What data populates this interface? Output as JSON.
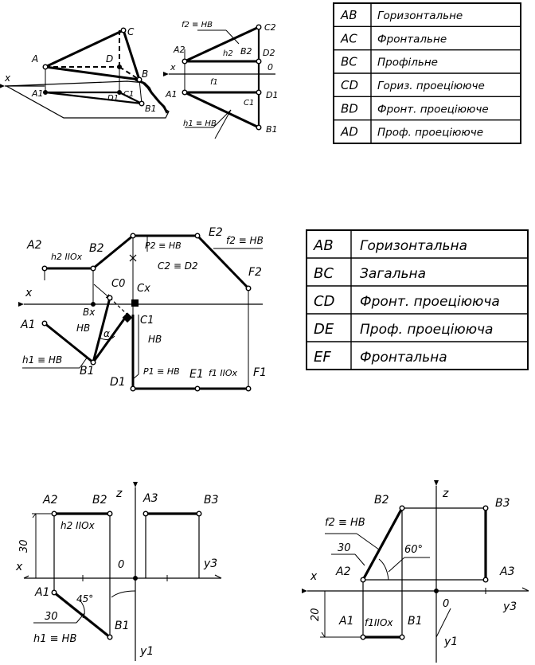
{
  "table1": [
    {
      "seg": "AB",
      "type": "Горизонтальне"
    },
    {
      "seg": "AC",
      "type": "Фронтальне"
    },
    {
      "seg": "BC",
      "type": "Профільне"
    },
    {
      "seg": "CD",
      "type": "Гориз. проецiююче"
    },
    {
      "seg": "BD",
      "type": "Фронт. проецiююче"
    },
    {
      "seg": "AD",
      "type": "Проф. проецiююче"
    }
  ],
  "table2": [
    {
      "seg": "AB",
      "type": "Горизонтальна"
    },
    {
      "seg": "BC",
      "type": "Загальна"
    },
    {
      "seg": "CD",
      "type": "Фронт. проецiююча"
    },
    {
      "seg": "DE",
      "type": "Проф. проецiююча"
    },
    {
      "seg": "EF",
      "type": "Фронтальна"
    }
  ],
  "fig1": {
    "A": "A",
    "B": "B",
    "C": "C",
    "D": "D",
    "x": "x",
    "A1": "A1",
    "B1": "B1",
    "C1": "C1",
    "D1": "D1"
  },
  "fig2": {
    "f2": "f2 ≡ HB",
    "A2": "A2",
    "h2": "h2",
    "B2": "B2",
    "C2": "C2",
    "D2": "D2",
    "x": "x",
    "zero": "0",
    "f1": "f1",
    "A1": "A1",
    "C1": "C1",
    "D1": "D1",
    "h1": "h1 ≡ HB",
    "B1": "B1"
  },
  "fig3": {
    "A2": "A2",
    "h2": "h2 IIOx",
    "B2": "B2",
    "P2": "P2 ≡ HB",
    "E2": "E2",
    "f2": "f2 ≡ HB",
    "C2D2": "C2 ≡ D2",
    "F2": "F2",
    "x": "x",
    "C0": "C0",
    "Cx": "Cx",
    "Bx": "Bx",
    "A1": "A1",
    "HB1": "HB",
    "alpha": "α",
    "C1": "C1",
    "HB2": "HB",
    "h1": "h1 ≡ HB",
    "B1": "B1",
    "D1": "D1",
    "P1": "P1 ≡ HB",
    "E1": "E1",
    "f1": "f1 IIOx",
    "F1": "F1"
  },
  "fig4": {
    "A2": "A2",
    "B2": "B2",
    "z": "z",
    "A3": "A3",
    "B3": "B3",
    "dim30": "30",
    "h2": "h2 IIOx",
    "x": "x",
    "zero": "0",
    "y3": "y3",
    "A1": "A1",
    "angle": "45°",
    "dim30b": "30",
    "B1": "B1",
    "h1": "h1 ≡ HB",
    "y1": "y1"
  },
  "fig5": {
    "B2": "B2",
    "z": "z",
    "B3": "B3",
    "f2": "f2 ≡ HB",
    "dim30": "30",
    "angle": "60°",
    "x": "x",
    "A2": "A2",
    "A3": "A3",
    "zero": "0",
    "y3": "y3",
    "dim20": "20",
    "A1": "A1",
    "f1": "f1IIOx",
    "B1": "B1",
    "y1": "y1"
  }
}
